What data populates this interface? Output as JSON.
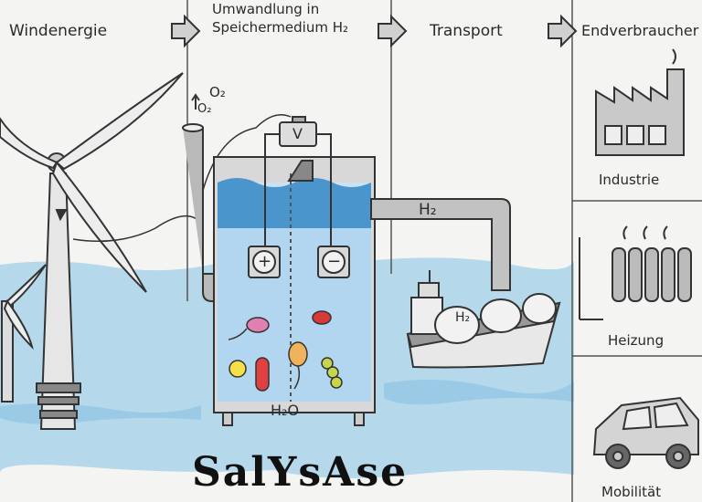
{
  "headers": {
    "col1": "Windenergie",
    "col2_line1": "Umwandlung in",
    "col2_line2": "Speichermedium H₂",
    "col3": "Transport",
    "col4": "Endverbraucher"
  },
  "labels": {
    "o2_top": "O₂",
    "o2_pipe": "O₂",
    "h2_pipe": "H₂",
    "h2_ship": "H₂",
    "h2o": "H₂O",
    "voltmeter": "V",
    "plus": "+",
    "minus": "−",
    "brand": "SalYsAse"
  },
  "consumers": [
    {
      "label": "Industrie"
    },
    {
      "label": "Heizung"
    },
    {
      "label": "Mobilität"
    }
  ],
  "colors": {
    "sea": "#a9d3ea",
    "water_dark": "#4a95cc",
    "water_light": "#c9e3f5",
    "metal": "#9a9a9a",
    "ink": "#2a2a2a"
  },
  "icons": [
    "wind-turbine-icon",
    "electrolyzer-tank-icon",
    "ship-icon",
    "factory-icon",
    "radiator-icon",
    "car-icon"
  ]
}
